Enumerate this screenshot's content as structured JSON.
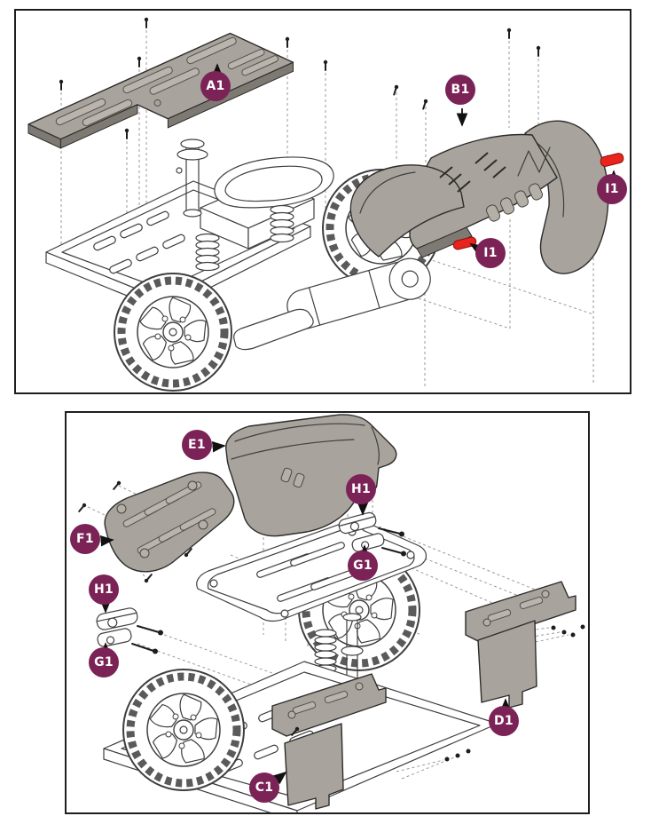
{
  "diagram": {
    "type": "exploded-parts-diagram",
    "subject": "mobility-scooter-rear-chassis",
    "colors": {
      "callout_badge": "#7b2257",
      "callout_text": "#ffffff",
      "part_gray": "#a8a39c",
      "part_gray_dark": "#7e7973",
      "reflector_red": "#e8241c",
      "line_art": "#3f3f3f",
      "panel_border": "#1e1e1e",
      "background": "#ffffff"
    },
    "panels": [
      {
        "name": "top",
        "view": "rear-body-exploded-view",
        "callouts": [
          {
            "label": "A1",
            "part": "floor-deck-panel"
          },
          {
            "label": "B1",
            "part": "rear-body-cowl"
          },
          {
            "label": "I1",
            "part": "reflector-right"
          },
          {
            "label": "I1",
            "part": "reflector-left"
          }
        ]
      },
      {
        "name": "bottom",
        "view": "rear-covers-exploded-view",
        "callouts": [
          {
            "label": "E1",
            "part": "rear-cover"
          },
          {
            "label": "F1",
            "part": "access-plate"
          },
          {
            "label": "H1",
            "part": "marker-lamp-upper-right"
          },
          {
            "label": "G1",
            "part": "marker-lamp-lower-right"
          },
          {
            "label": "H1",
            "part": "marker-lamp-upper-left"
          },
          {
            "label": "G1",
            "part": "marker-lamp-lower-left"
          },
          {
            "label": "C1",
            "part": "left-side-panel"
          },
          {
            "label": "D1",
            "part": "right-side-panel"
          }
        ]
      }
    ]
  }
}
